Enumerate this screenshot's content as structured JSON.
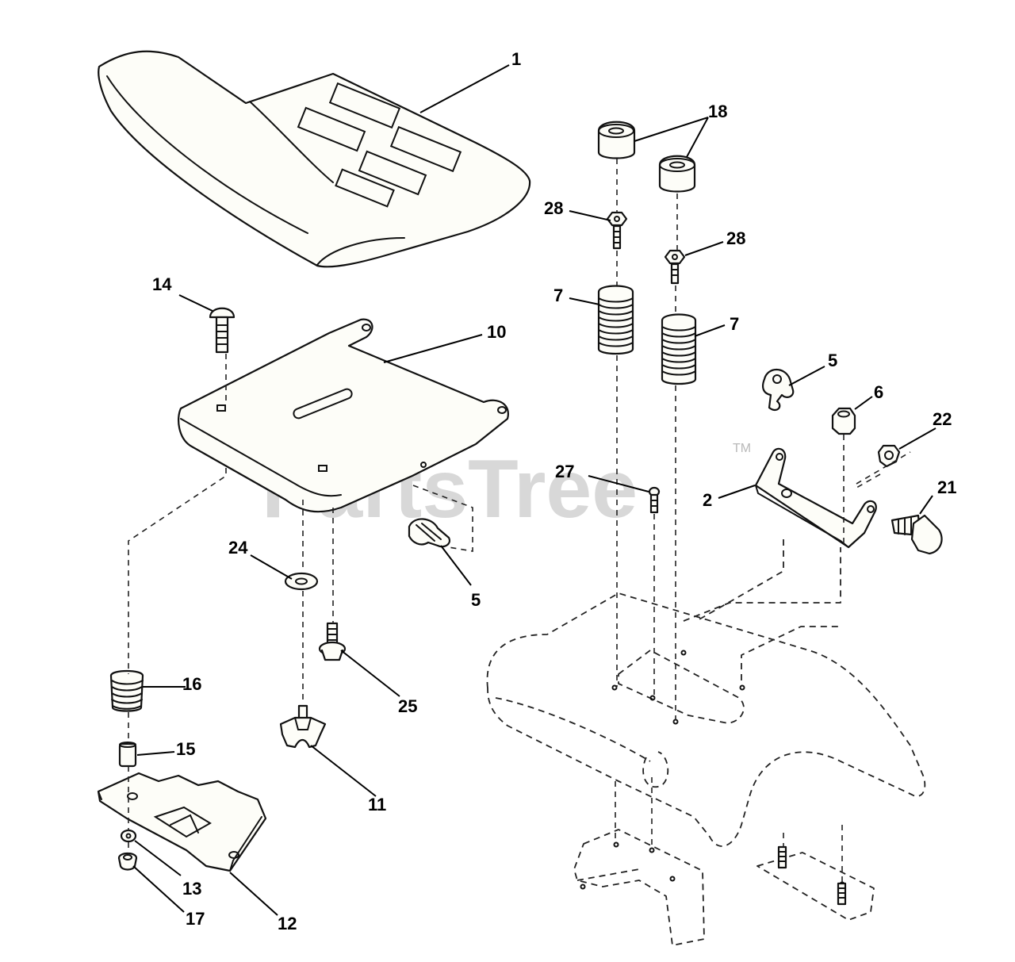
{
  "watermark": {
    "text": "PartsTree",
    "tm": "TM"
  },
  "callouts": {
    "seat": "1",
    "bracket_right": "2",
    "clip_right": "5",
    "clip_left": "5",
    "nut_6": "6",
    "spring_left": "7",
    "spring_right": "7",
    "seat_pan": "10",
    "knob": "11",
    "slide_rail": "12",
    "washer_13": "13",
    "carriage_bolt": "14",
    "bushing_15": "15",
    "spring_16": "16",
    "nut_17": "17",
    "bumper_left": "18",
    "bolt_21": "21",
    "nut_22": "22",
    "washer_24": "24",
    "bolt_25": "25",
    "screw_27": "27",
    "screw_28_left": "28",
    "screw_28_right": "28"
  }
}
